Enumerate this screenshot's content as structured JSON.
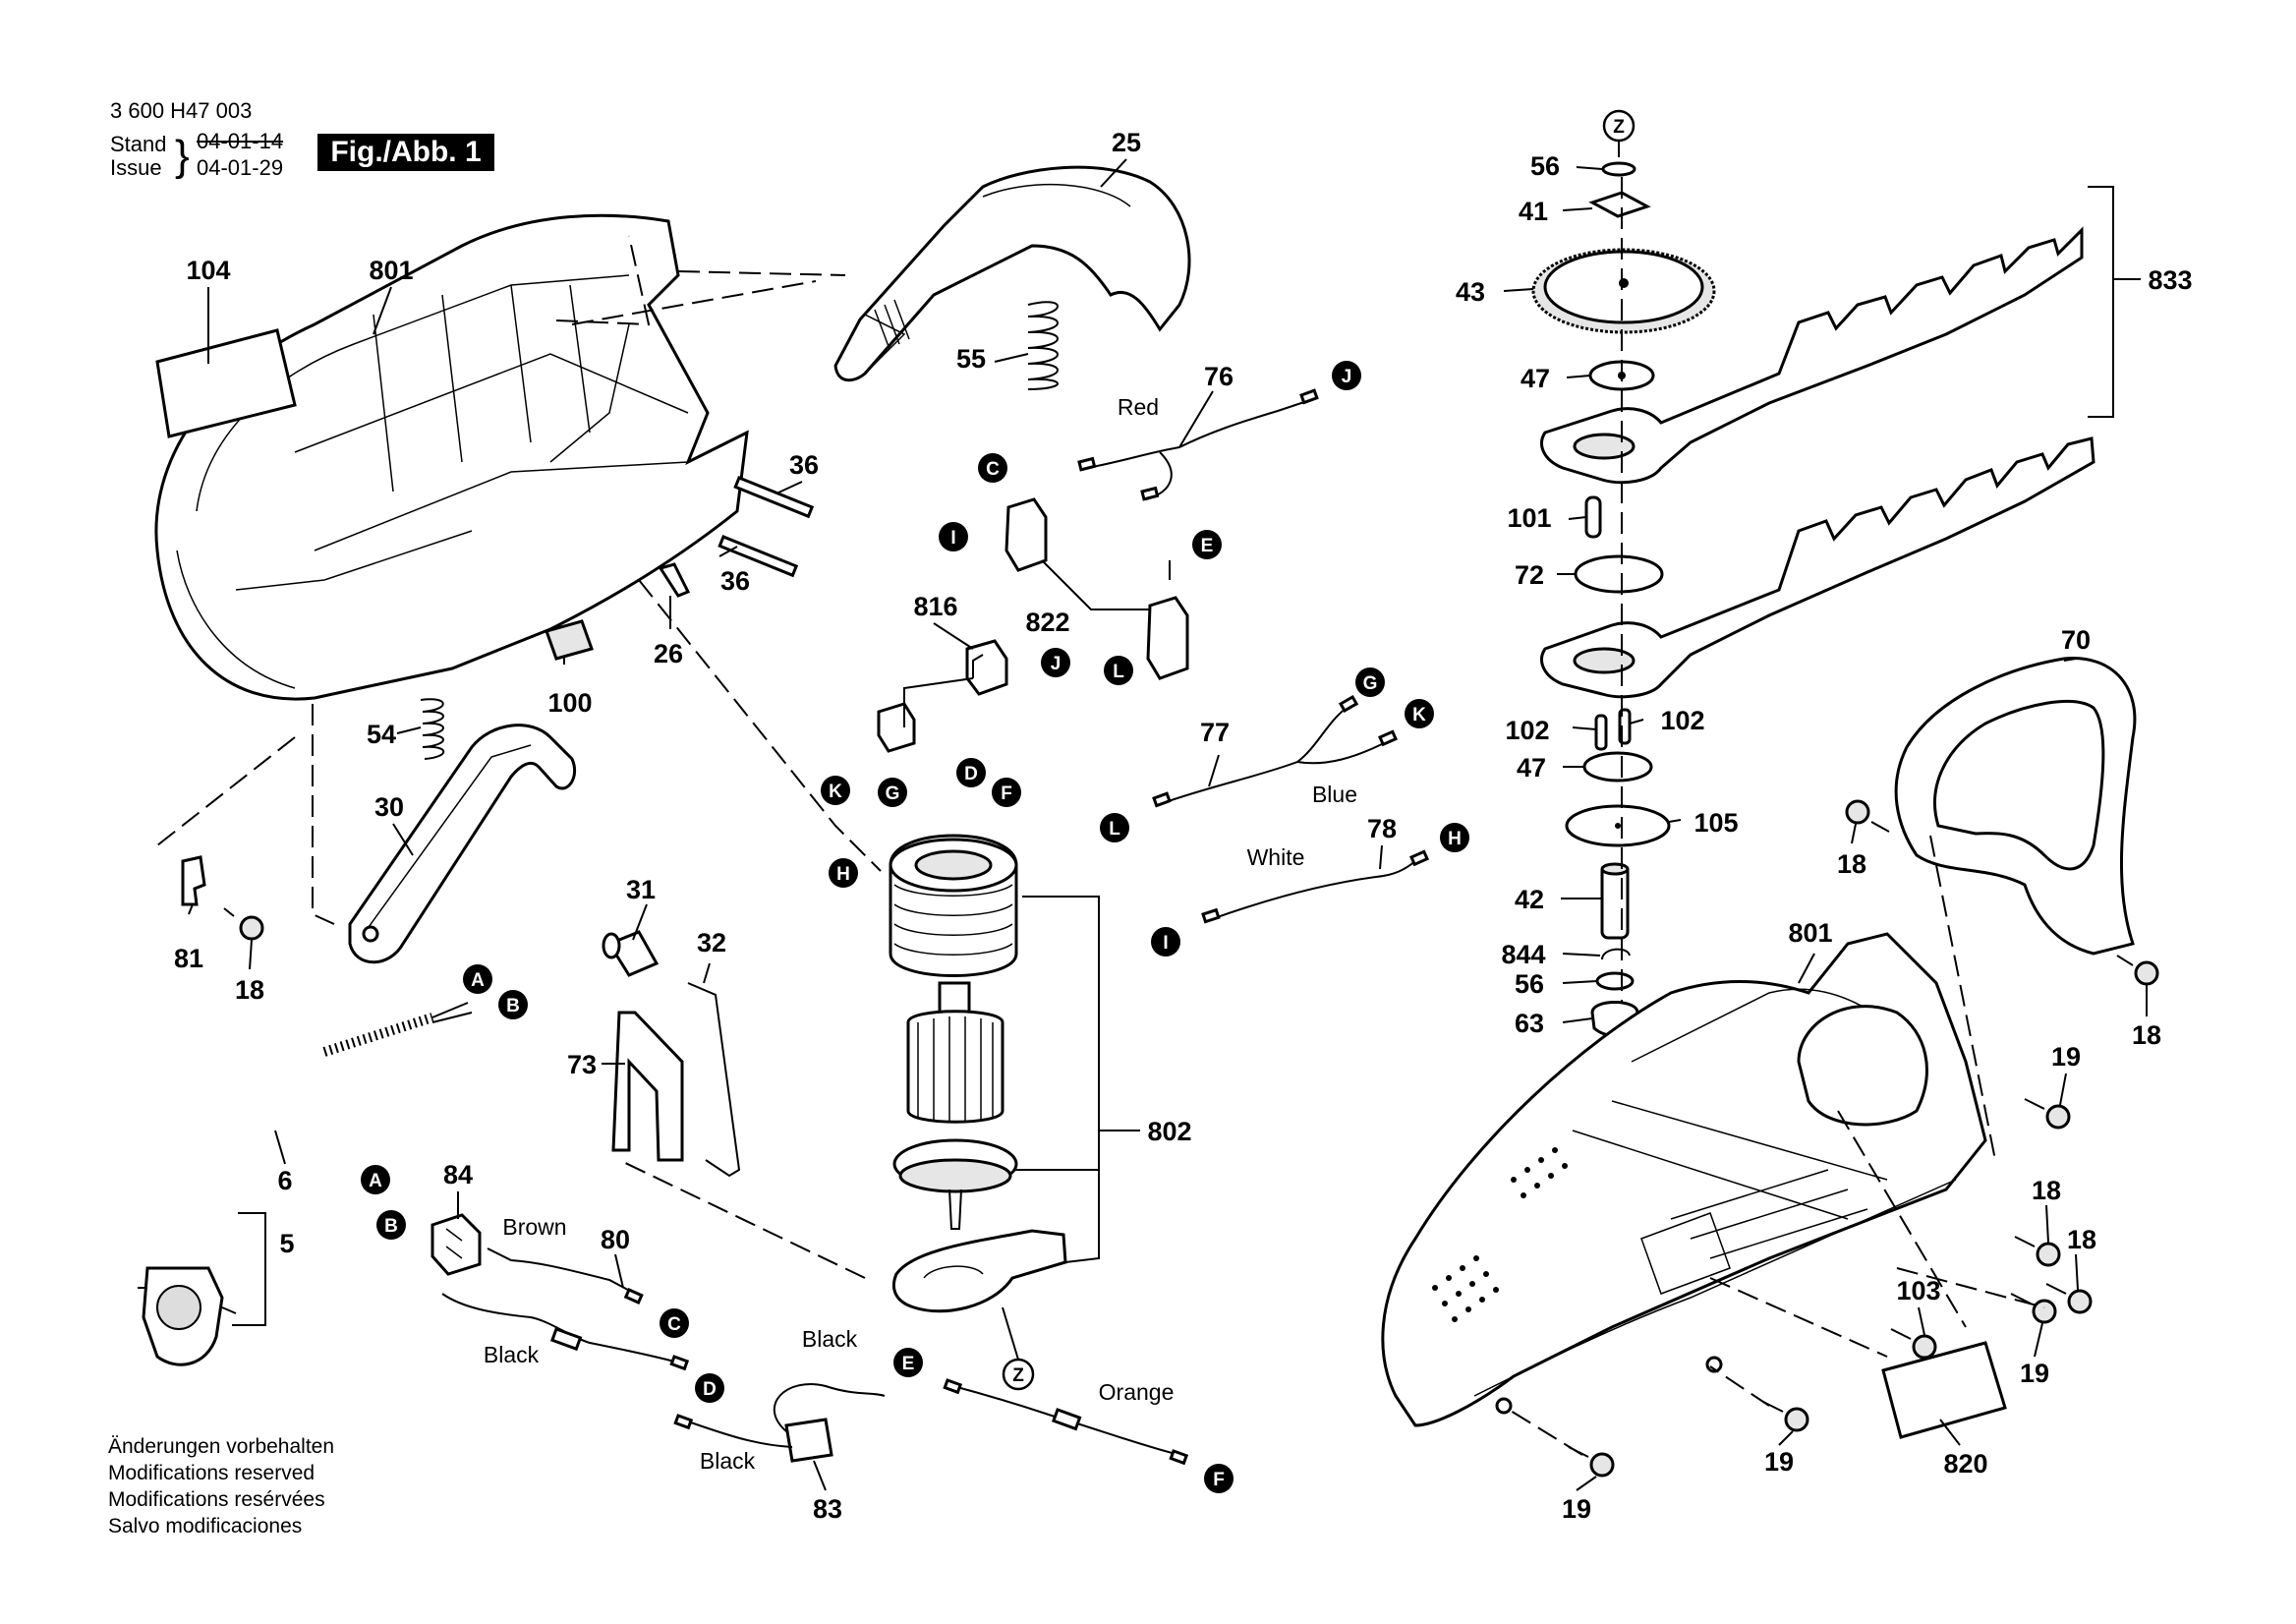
{
  "header": {
    "doc_number": "3 600 H47 003",
    "stand_label": "Stand",
    "stand_date": "04-01-14",
    "issue_label": "Issue",
    "issue_date": "04-01-29",
    "figure": "Fig./Abb. 1"
  },
  "notes": [
    "Änderungen vorbehalten",
    "Modifications reserved",
    "Modifications resérvées",
    "Salvo modificaciones"
  ],
  "parts": [
    {
      "id": "p104",
      "label": "104"
    },
    {
      "id": "p801a",
      "label": "801"
    },
    {
      "id": "p25",
      "label": "25"
    },
    {
      "id": "p55",
      "label": "55"
    },
    {
      "id": "p76",
      "label": "76"
    },
    {
      "id": "p36a",
      "label": "36"
    },
    {
      "id": "p36b",
      "label": "36"
    },
    {
      "id": "p26",
      "label": "26"
    },
    {
      "id": "p100",
      "label": "100"
    },
    {
      "id": "p54",
      "label": "54"
    },
    {
      "id": "p30",
      "label": "30"
    },
    {
      "id": "p81",
      "label": "81"
    },
    {
      "id": "p18a",
      "label": "18"
    },
    {
      "id": "p6",
      "label": "6"
    },
    {
      "id": "p5",
      "label": "5"
    },
    {
      "id": "p31",
      "label": "31"
    },
    {
      "id": "p32",
      "label": "32"
    },
    {
      "id": "p73",
      "label": "73"
    },
    {
      "id": "p84",
      "label": "84"
    },
    {
      "id": "p80",
      "label": "80"
    },
    {
      "id": "p83",
      "label": "83"
    },
    {
      "id": "p816",
      "label": "816"
    },
    {
      "id": "p822",
      "label": "822"
    },
    {
      "id": "p77",
      "label": "77"
    },
    {
      "id": "p78",
      "label": "78"
    },
    {
      "id": "p802",
      "label": "802"
    },
    {
      "id": "p56a",
      "label": "56"
    },
    {
      "id": "p41",
      "label": "41"
    },
    {
      "id": "p43",
      "label": "43"
    },
    {
      "id": "p47a",
      "label": "47"
    },
    {
      "id": "p833",
      "label": "833"
    },
    {
      "id": "p101",
      "label": "101"
    },
    {
      "id": "p72",
      "label": "72"
    },
    {
      "id": "p102a",
      "label": "102"
    },
    {
      "id": "p102b",
      "label": "102"
    },
    {
      "id": "p47b",
      "label": "47"
    },
    {
      "id": "p105",
      "label": "105"
    },
    {
      "id": "p42",
      "label": "42"
    },
    {
      "id": "p844",
      "label": "844"
    },
    {
      "id": "p56b",
      "label": "56"
    },
    {
      "id": "p63",
      "label": "63"
    },
    {
      "id": "p70",
      "label": "70"
    },
    {
      "id": "p18b",
      "label": "18"
    },
    {
      "id": "p18c",
      "label": "18"
    },
    {
      "id": "p801b",
      "label": "801"
    },
    {
      "id": "p19a",
      "label": "19"
    },
    {
      "id": "p18d",
      "label": "18"
    },
    {
      "id": "p18e",
      "label": "18"
    },
    {
      "id": "p103",
      "label": "103"
    },
    {
      "id": "p19b",
      "label": "19"
    },
    {
      "id": "p19c",
      "label": "19"
    },
    {
      "id": "p19d",
      "label": "19"
    },
    {
      "id": "p820",
      "label": "820"
    }
  ],
  "wire_colors": [
    {
      "id": "w_red",
      "label": "Red"
    },
    {
      "id": "w_blue",
      "label": "Blue"
    },
    {
      "id": "w_white",
      "label": "White"
    },
    {
      "id": "w_brown",
      "label": "Brown"
    },
    {
      "id": "w_black1",
      "label": "Black"
    },
    {
      "id": "w_black2",
      "label": "Black"
    },
    {
      "id": "w_black3",
      "label": "Black"
    },
    {
      "id": "w_orange",
      "label": "Orange"
    }
  ],
  "connectors": [
    {
      "id": "cA1",
      "letter": "A"
    },
    {
      "id": "cB1",
      "letter": "B"
    },
    {
      "id": "cA2",
      "letter": "A"
    },
    {
      "id": "cB2",
      "letter": "B"
    },
    {
      "id": "cC1",
      "letter": "C"
    },
    {
      "id": "cC2",
      "letter": "C"
    },
    {
      "id": "cD1",
      "letter": "D"
    },
    {
      "id": "cD2",
      "letter": "D"
    },
    {
      "id": "cE1",
      "letter": "E"
    },
    {
      "id": "cE2",
      "letter": "E"
    },
    {
      "id": "cF1",
      "letter": "F"
    },
    {
      "id": "cF2",
      "letter": "F"
    },
    {
      "id": "cG1",
      "letter": "G"
    },
    {
      "id": "cG2",
      "letter": "G"
    },
    {
      "id": "cH1",
      "letter": "H"
    },
    {
      "id": "cH2",
      "letter": "H"
    },
    {
      "id": "cI1",
      "letter": "I"
    },
    {
      "id": "cI2",
      "letter": "I"
    },
    {
      "id": "cJ1",
      "letter": "J"
    },
    {
      "id": "cJ2",
      "letter": "J"
    },
    {
      "id": "cK1",
      "letter": "K"
    },
    {
      "id": "cK2",
      "letter": "K"
    },
    {
      "id": "cL1",
      "letter": "L"
    },
    {
      "id": "cL2",
      "letter": "L"
    },
    {
      "id": "cZ1",
      "letter": "Z"
    },
    {
      "id": "cZ2",
      "letter": "Z"
    }
  ]
}
